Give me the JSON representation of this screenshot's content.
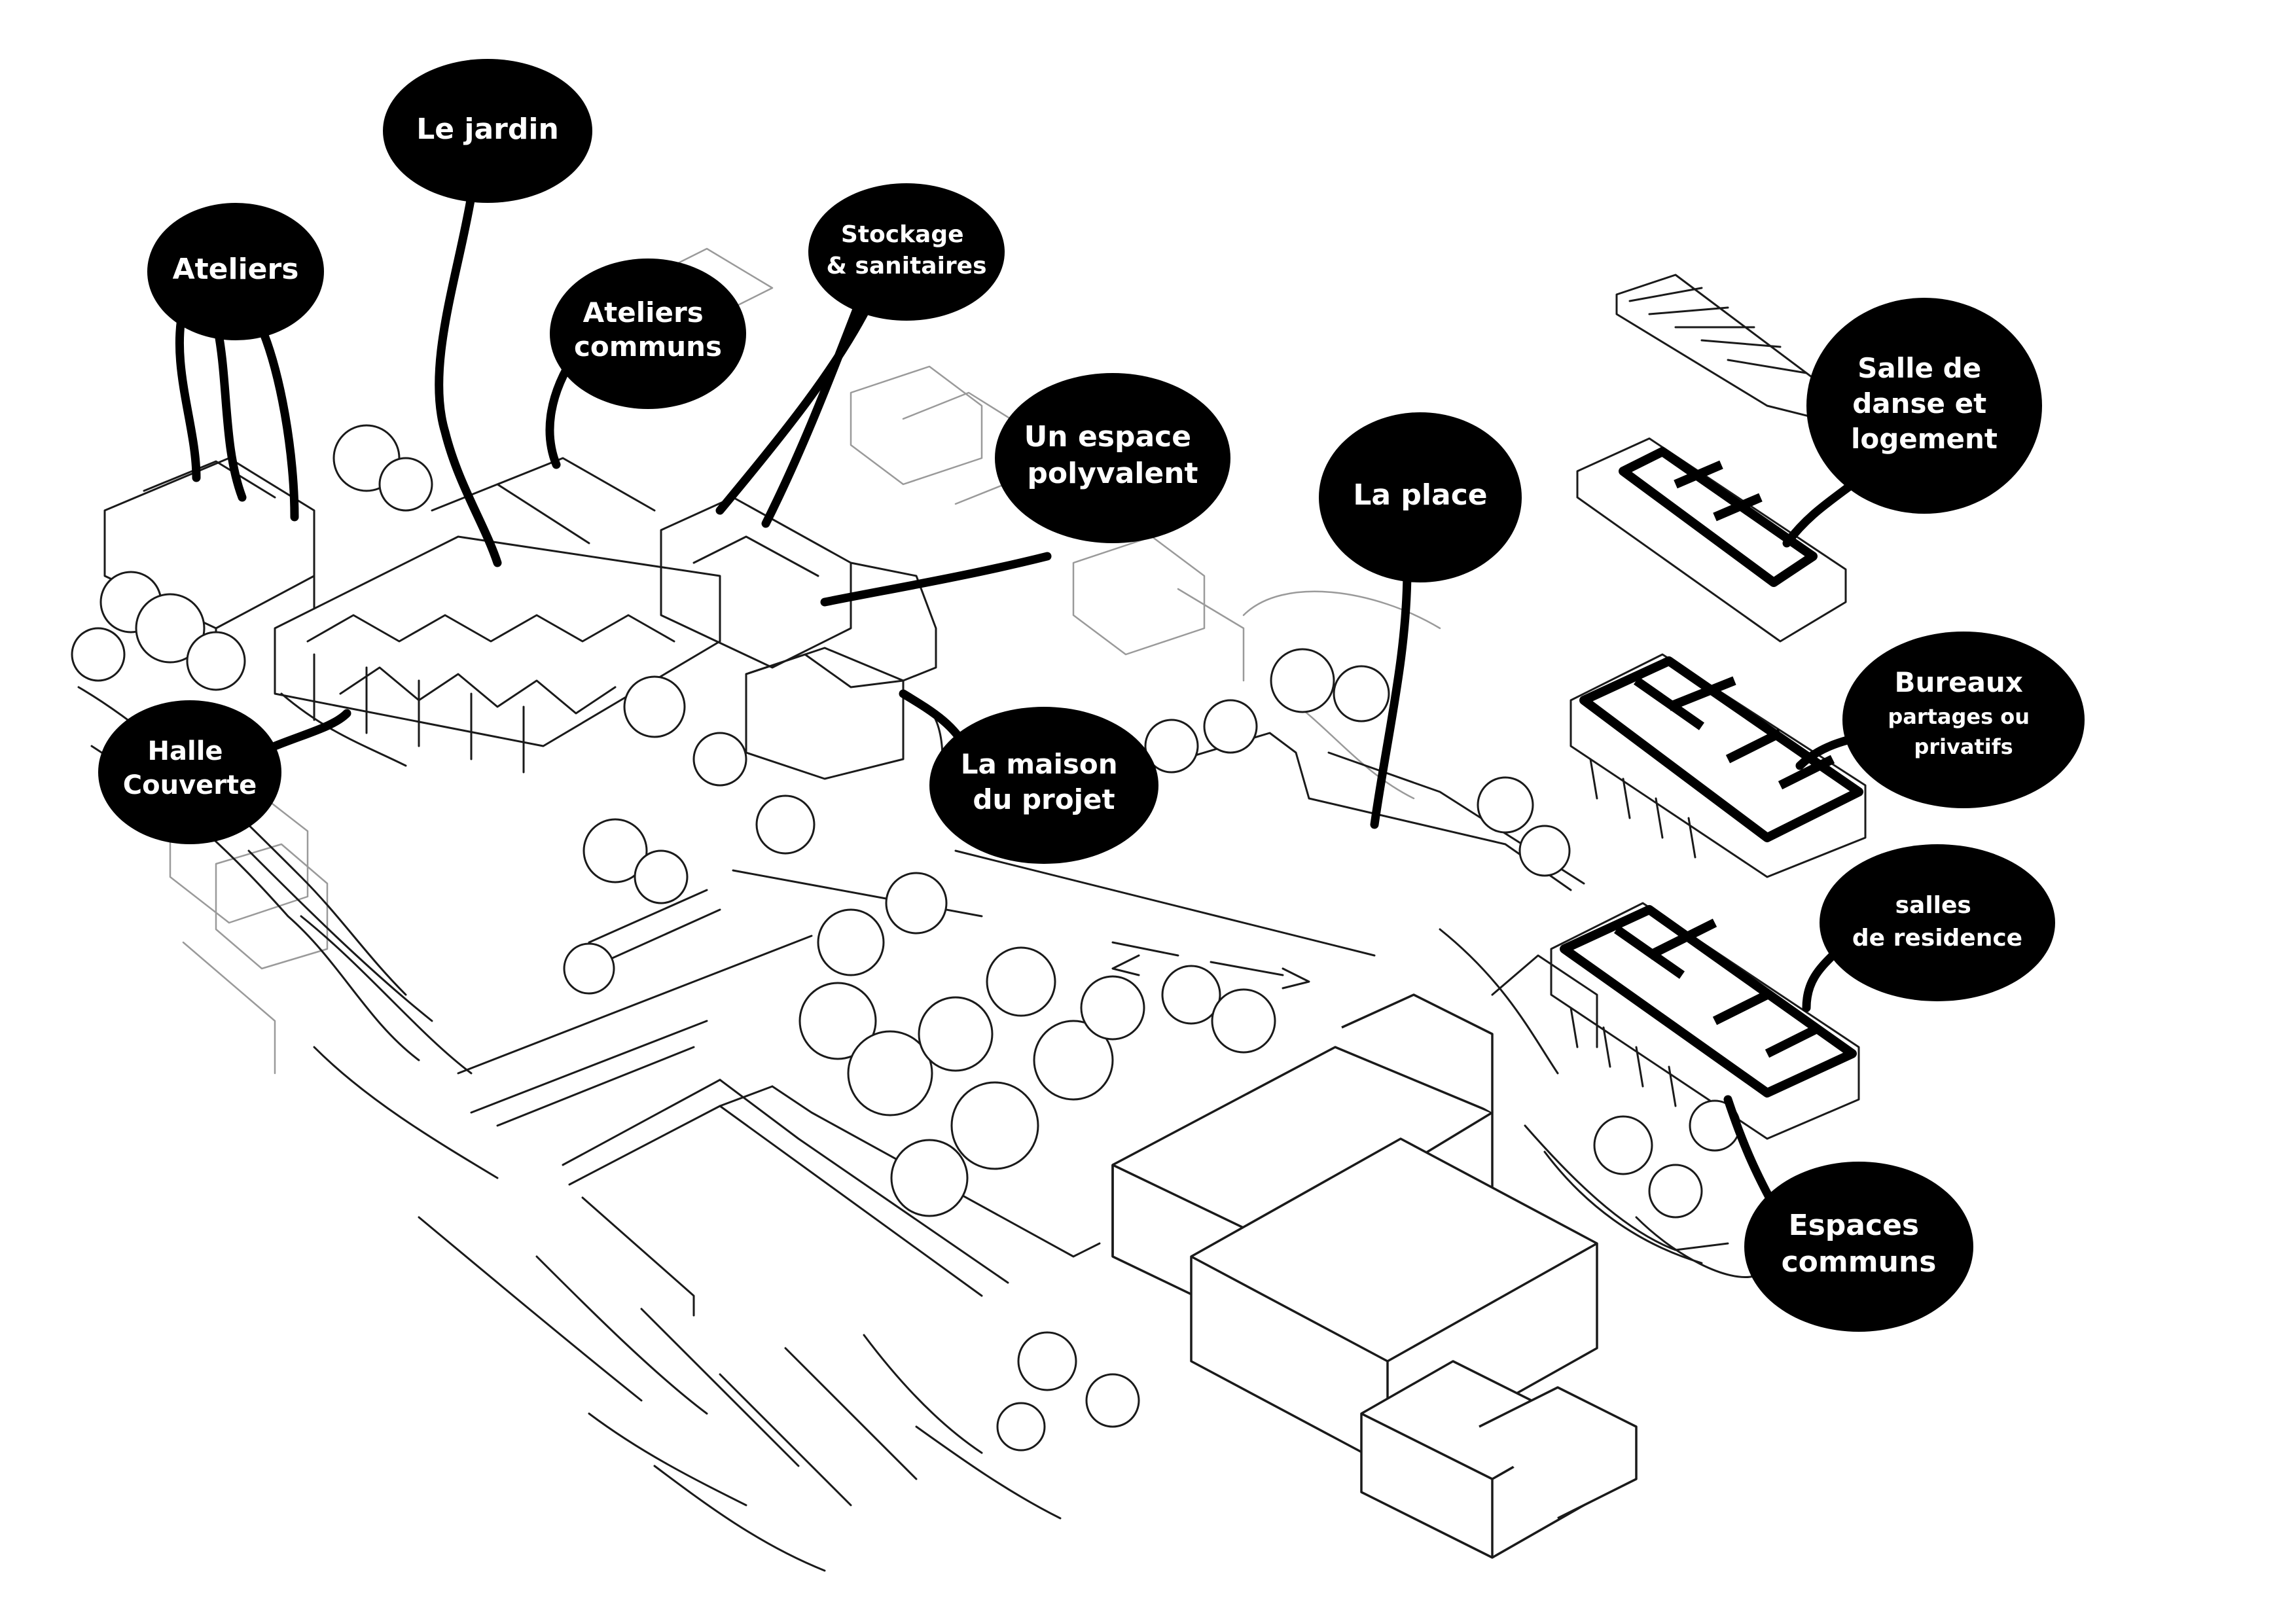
{
  "colors": {
    "bubble": "#000000",
    "bubble_text": "#ffffff",
    "ink": "#1a1a1a",
    "light_ink": "#9a9a9a",
    "background": "#ffffff"
  },
  "labels": {
    "le_jardin": [
      "Le jardin"
    ],
    "ateliers": [
      "Ateliers"
    ],
    "ateliers_communs": [
      "Ateliers",
      "communs"
    ],
    "stockage": [
      "Stockage",
      "& sanitaires"
    ],
    "espace_polyvalent": [
      "Un espace",
      "polyvalent"
    ],
    "la_place": [
      "La place"
    ],
    "salle_danse": [
      "Salle de",
      "danse et",
      "logement"
    ],
    "bureaux": [
      "Bureaux",
      "partages ou",
      "privatifs"
    ],
    "salles_residence": [
      "salles",
      "de residence"
    ],
    "espaces_communs": [
      "Espaces",
      "communs"
    ],
    "halle_couverte": [
      "Halle",
      "Couverte"
    ],
    "maison_projet": [
      "La maison",
      "du projet"
    ]
  }
}
